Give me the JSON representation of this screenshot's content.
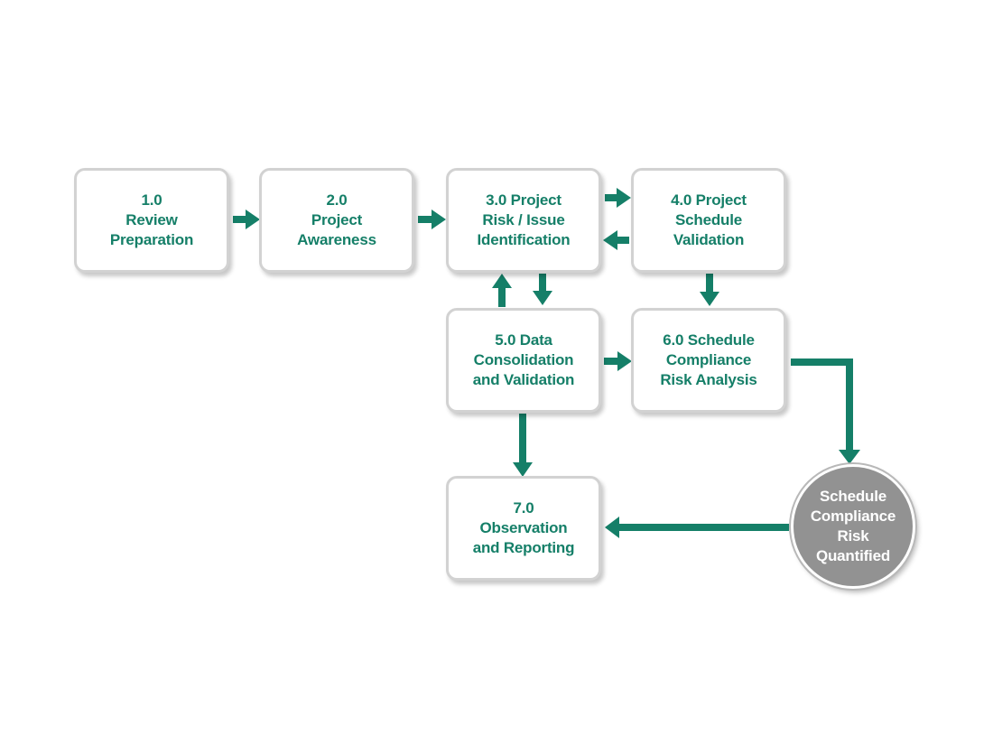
{
  "colors": {
    "accent": "#157f68",
    "box_border": "#d2d2d2",
    "circle_fill": "#929292",
    "box_text": "#157f68"
  },
  "nodes": {
    "n1": {
      "lines": [
        "1.0",
        "Review",
        "Preparation"
      ]
    },
    "n2": {
      "lines": [
        "2.0",
        "Project",
        "Awareness"
      ]
    },
    "n3": {
      "lines": [
        "3.0 Project",
        "Risk / Issue",
        "Identification"
      ]
    },
    "n4": {
      "lines": [
        "4.0 Project",
        "Schedule",
        "Validation"
      ]
    },
    "n5": {
      "lines": [
        "5.0 Data",
        "Consolidation",
        "and Validation"
      ]
    },
    "n6": {
      "lines": [
        "6.0 Schedule",
        "Compliance",
        "Risk Analysis"
      ]
    },
    "n7": {
      "lines": [
        "7.0",
        "Observation",
        "and Reporting"
      ]
    },
    "result": {
      "lines": [
        "Schedule",
        "Compliance",
        "Risk",
        "Quantified"
      ]
    }
  },
  "edges": [
    {
      "from": "n1",
      "to": "n2"
    },
    {
      "from": "n2",
      "to": "n3"
    },
    {
      "from": "n3",
      "to": "n4"
    },
    {
      "from": "n4",
      "to": "n3"
    },
    {
      "from": "n3",
      "to": "n5"
    },
    {
      "from": "n5",
      "to": "n3"
    },
    {
      "from": "n4",
      "to": "n6"
    },
    {
      "from": "n5",
      "to": "n6"
    },
    {
      "from": "n5",
      "to": "n7"
    },
    {
      "from": "n6",
      "to": "result"
    },
    {
      "from": "result",
      "to": "n7"
    }
  ]
}
